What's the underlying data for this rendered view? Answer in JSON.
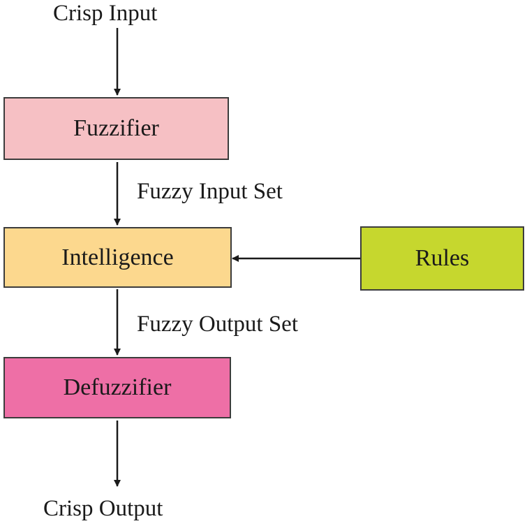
{
  "diagram": {
    "input_label": "Crisp Input",
    "output_label": "Crisp Output",
    "edge_labels": {
      "fuzzifier_to_intelligence": "Fuzzy Input Set",
      "intelligence_to_defuzzifier": "Fuzzy Output Set"
    },
    "nodes": {
      "fuzzifier": {
        "label": "Fuzzifier",
        "fill": "#f6c0c4"
      },
      "intelligence": {
        "label": "Intelligence",
        "fill": "#fcd88e"
      },
      "defuzzifier": {
        "label": "Defuzzifier",
        "fill": "#ee6fa6"
      },
      "rules": {
        "label": "Rules",
        "fill": "#c6d72e"
      }
    },
    "edges": [
      {
        "from": "crisp-input",
        "to": "fuzzifier"
      },
      {
        "from": "fuzzifier",
        "to": "intelligence"
      },
      {
        "from": "rules",
        "to": "intelligence"
      },
      {
        "from": "intelligence",
        "to": "defuzzifier"
      },
      {
        "from": "defuzzifier",
        "to": "crisp-output"
      }
    ],
    "line_color": "#1a1a1a"
  }
}
